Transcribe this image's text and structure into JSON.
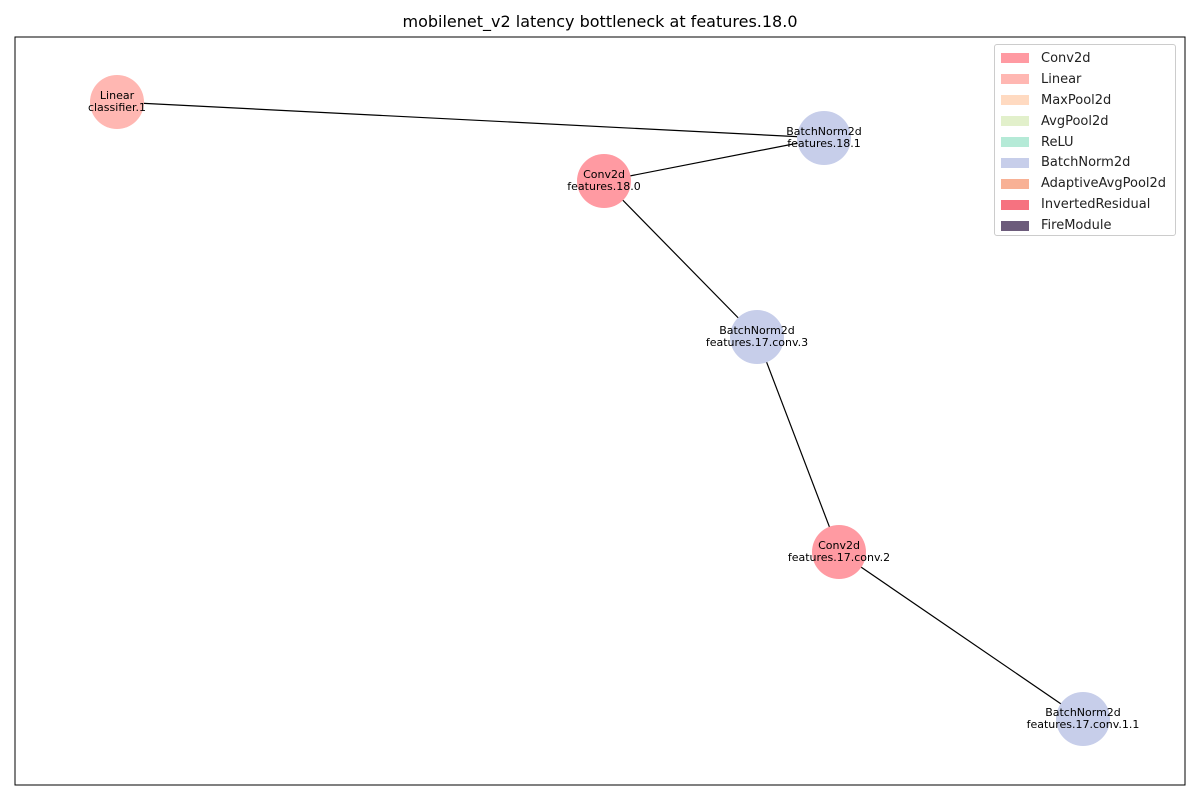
{
  "title": "mobilenet_v2 latency bottleneck at features.18.0",
  "legend": [
    {
      "label": "Conv2d",
      "color": "#ff9aa2"
    },
    {
      "label": "Linear",
      "color": "#ffb7b2"
    },
    {
      "label": "MaxPool2d",
      "color": "#ffdac1"
    },
    {
      "label": "AvgPool2d",
      "color": "#e2f0cb"
    },
    {
      "label": "ReLU",
      "color": "#b5ead7"
    },
    {
      "label": "BatchNorm2d",
      "color": "#c7ceea"
    },
    {
      "label": "AdaptiveAvgPool2d",
      "color": "#f8b195"
    },
    {
      "label": "InvertedResidual",
      "color": "#f67280"
    },
    {
      "label": "FireModule",
      "color": "#6c5b7b"
    }
  ],
  "nodes": [
    {
      "id": "classifier.1",
      "type": "Linear",
      "name": "classifier.1"
    },
    {
      "id": "features.18.1",
      "type": "BatchNorm2d",
      "name": "features.18.1"
    },
    {
      "id": "features.18.0",
      "type": "Conv2d",
      "name": "features.18.0"
    },
    {
      "id": "features.17.conv.3",
      "type": "BatchNorm2d",
      "name": "features.17.conv.3"
    },
    {
      "id": "features.17.conv.2",
      "type": "Conv2d",
      "name": "features.17.conv.2"
    },
    {
      "id": "features.17.conv.1.1",
      "type": "BatchNorm2d",
      "name": "features.17.conv.1.1"
    }
  ],
  "edges": [
    [
      "classifier.1",
      "features.18.1"
    ],
    [
      "features.18.1",
      "features.18.0"
    ],
    [
      "features.18.0",
      "features.17.conv.3"
    ],
    [
      "features.17.conv.3",
      "features.17.conv.2"
    ],
    [
      "features.17.conv.2",
      "features.17.conv.1.1"
    ]
  ]
}
